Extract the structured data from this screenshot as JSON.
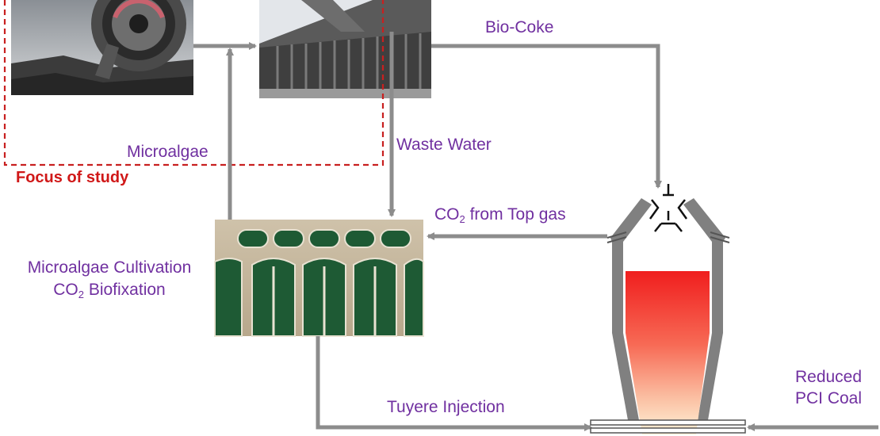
{
  "labels": {
    "bio_coke": "Bio-Coke",
    "waste_water": "Waste Water",
    "microalgae": "Microalgae",
    "focus": "Focus of study",
    "co2_prefix": "CO",
    "co2_sub": "2",
    "co2_top_gas_rest": " from Top gas",
    "cultivation_line1": "Microalgae Cultivation",
    "biofixation_rest": " Biofixation",
    "tuyere": "Tuyere  Injection",
    "reduced_line1": "Reduced",
    "reduced_line2": "PCI Coal"
  },
  "colors": {
    "arrow": "#8c8c8c",
    "label": "#7030a0",
    "focus": "#d01818",
    "furnace_wall": "#808080",
    "hot_core": "#f03030"
  }
}
